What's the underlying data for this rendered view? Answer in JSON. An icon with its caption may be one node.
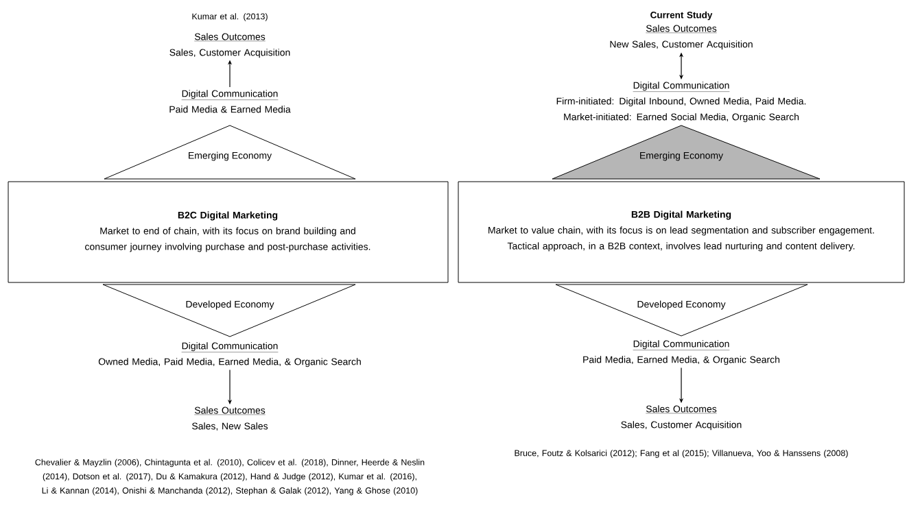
{
  "diagram": {
    "nodes": [
      {
        "text": [
          "Sales Outcomes",
          "Sales, Customer Acquisition"
        ]
      },
      {
        "text": [
          "Digital Communication",
          "Paid Media & Earned Media"
        ]
      },
      {
        "text": [
          "Emerging Economy"
        ]
      },
      {
        "text": [
          "B2C Digital Marketing",
          "Market to end of chain, with its focus on brand building and consumer journey involving purchase and post-purchase activities."
        ]
      },
      {
        "text": [
          "Developed Economy"
        ]
      },
      {
        "text": [
          "Digital Communication",
          "Owned Media, Paid Media, Earned Media, & Organic Search"
        ]
      },
      {
        "text": [
          "Sales Outcomes",
          "Sales, New Sales"
        ]
      },
      {
        "text": [
          "Sales Outcomes",
          "New Sales, Customer Acquisition"
        ]
      },
      {
        "text": [
          "Digital Communication",
          "Firm-initiated: Digital Inbound, Owned Media, Paid Media.",
          "Market-initiated:  Earned Social Media, Organic Search"
        ]
      },
      {
        "text": [
          "Emerging Economy"
        ]
      },
      {
        "text": [
          "B2B Digital Marketing",
          "Market to value chain, with its focus is on lead segmentation and subscriber engagement. Tactical approach, in a B2B context, involves lead nurturing and content delivery."
        ]
      },
      {
        "text": [
          "Developed Economy"
        ]
      },
      {
        "text": [
          "Digital Communication",
          "Paid Media, Earned Media, & Organic Search"
        ]
      },
      {
        "text": [
          "Sales Outcomes",
          "Sales, Customer Acquisition"
        ]
      }
    ],
    "edges": [
      {
        "from": 1,
        "to": 0,
        "arrow": "to"
      },
      {
        "from": 5,
        "to": 6,
        "arrow": "to"
      },
      {
        "from": 7,
        "to": 8,
        "arrow": "both"
      },
      {
        "from": 12,
        "to": 13,
        "arrow": "to"
      }
    ],
    "labels": [
      "Kumar et al. (2013)",
      "Current Study",
      "Chevalier & Mayzlin (2006), Chintagunta et al. (2010), Colicev et al. (2018), Dinner, Heerde & Neslin (2014), Dotson et al. (2017), Du & Kamakura (2012), Hand & Judge (2012), Kumar et al. (2016), Li & Kannan (2014), Onishi & Manchanda (2012), Stephan & Galak (2012), Yang & Ghose (2010)",
      "Bruce, Foutz & Kolsarici (2012); Fang et al (2015); Villanueva, Yoo & Hanssens (2008)"
    ]
  }
}
